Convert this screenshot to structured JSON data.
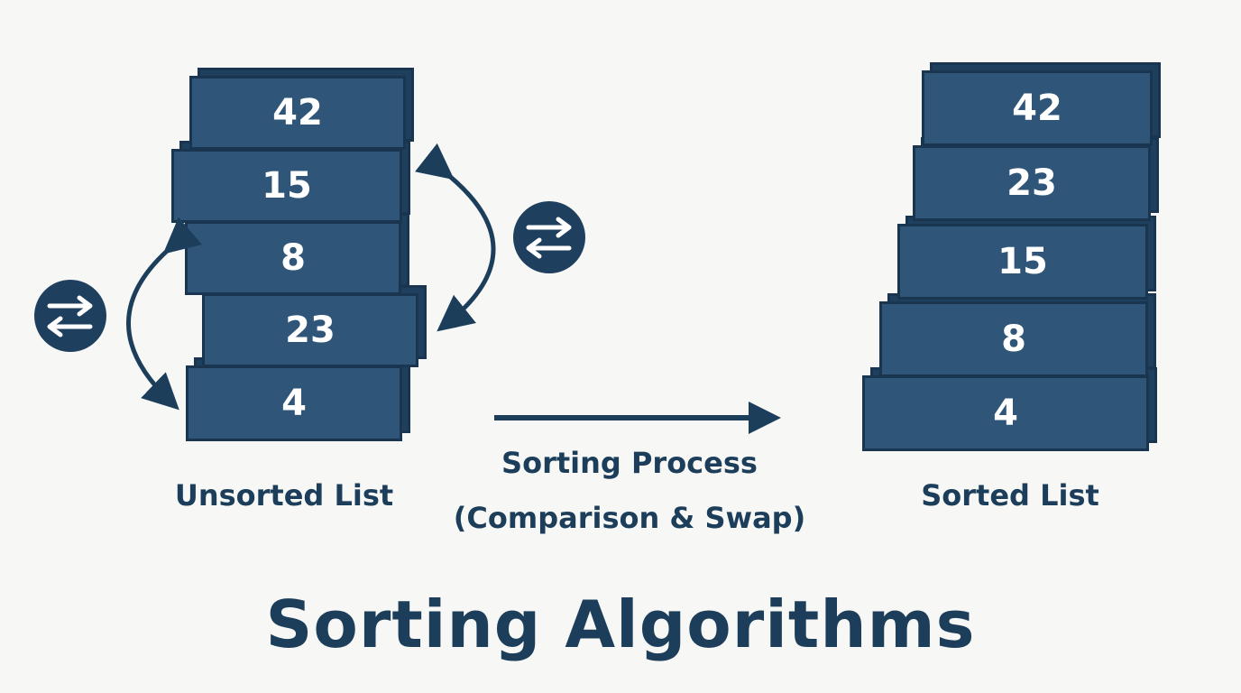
{
  "unsorted_list": {
    "label": "Unsorted List",
    "items": [
      "42",
      "15",
      "8",
      "23",
      "4"
    ]
  },
  "sorted_list": {
    "label": "Sorted List",
    "items": [
      "42",
      "23",
      "15",
      "8",
      "4"
    ]
  },
  "process": {
    "line1": "Sorting Process",
    "line2": "(Comparison & Swap)"
  },
  "title": "Sorting Algorithms",
  "icons": {
    "swap_left": "swap-arrows-icon",
    "swap_right": "swap-arrows-icon"
  },
  "colors": {
    "block_fill": "#2f5679",
    "block_edge": "#1a3550",
    "text_dark": "#1c3e5b",
    "background": "#f7f8f6"
  }
}
